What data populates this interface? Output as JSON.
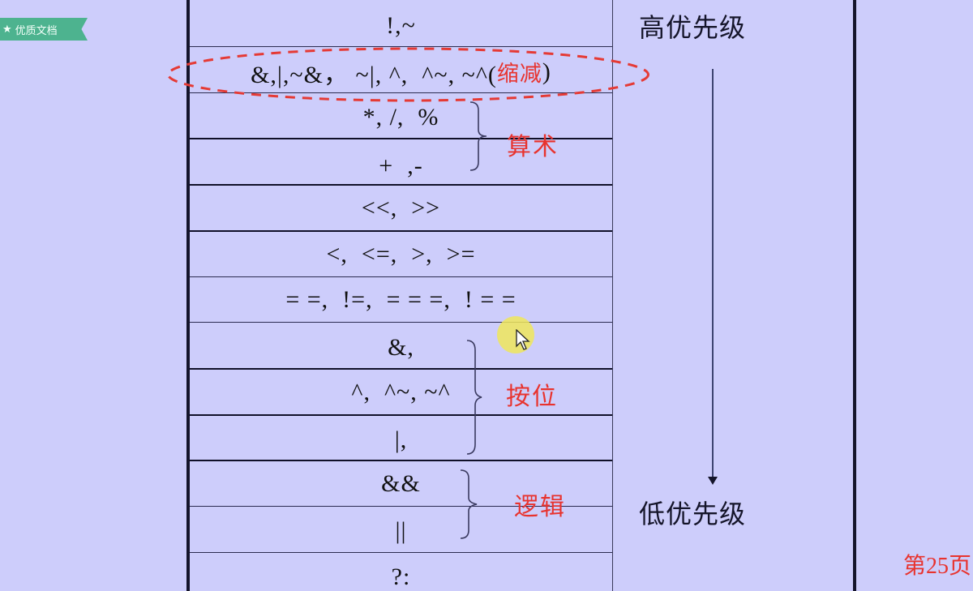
{
  "badge": {
    "icon": "star-icon",
    "label": "优质文档",
    "color": "#4db38f"
  },
  "slide": {
    "background": "#cdcdfb",
    "accent_color": "#e8332e",
    "operators": [
      {
        "text": "!,~"
      },
      {
        "text": "&,|,~&， ~|, ^,  ^~, ~^(",
        "suffix_red": "缩减",
        "suffix_close": ")"
      },
      {
        "text": "*, /,  %"
      },
      {
        "text": "+  ,-"
      },
      {
        "text": "<<,  >>"
      },
      {
        "text": "<,  <=,  >,  >="
      },
      {
        "text": "= =,  !=,  = = =,  ! = ="
      },
      {
        "text": "&,"
      },
      {
        "text": "^,  ^~, ~^"
      },
      {
        "text": "|,"
      },
      {
        "text": "&&"
      },
      {
        "text": "||"
      },
      {
        "text": "?:"
      }
    ],
    "groups": [
      {
        "label": "算术",
        "rows": [
          2,
          3
        ]
      },
      {
        "label": "按位",
        "rows": [
          7,
          8,
          9
        ]
      },
      {
        "label": "逻辑",
        "rows": [
          10,
          11
        ]
      }
    ],
    "priority": {
      "high": "高优先级",
      "low": "低优先级"
    },
    "highlight": "reduction-operators-row",
    "page_number": "第25页"
  }
}
